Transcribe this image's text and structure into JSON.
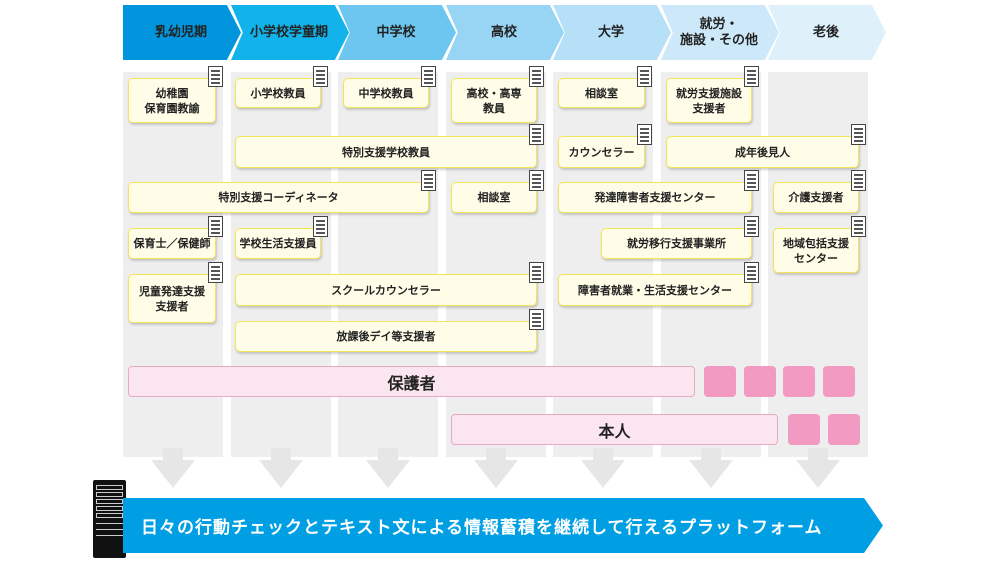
{
  "stages": [
    "乳幼児期",
    "小学校学童期",
    "中学校",
    "高校",
    "大学",
    "就労・\n施設・その他",
    "老後"
  ],
  "stage_colors": [
    "#0095dc",
    "#12b3ea",
    "#6cc6f0",
    "#98d4f3",
    "#b6e0f7",
    "#cde9f9",
    "#def1fb"
  ],
  "boxes": {
    "kindergarten": "幼稚園\n保育園教諭",
    "elementary": "小学校教員",
    "junior_high": "中学校教員",
    "high_school": "高校・高専\n教員",
    "univ_counsel": "相談室",
    "employment_support": "就労支援施設\n支援者",
    "special_school": "特別支援学校教員",
    "counselor": "カウンセラー",
    "guardian_adult": "成年後見人",
    "special_coordinator": "特別支援コーディネータ",
    "hs_counsel": "相談室",
    "dev_center": "発達障害者支援センター",
    "care_support": "介護支援者",
    "nursery": "保育士／保健師",
    "school_life": "学校生活支援員",
    "transition": "就労移行支援事業所",
    "community_center": "地域包括支援センター",
    "child_dev": "児童発達支援\n支援者",
    "school_counselor": "スクールカウンセラー",
    "disability_center": "障害者就業・生活支援センター",
    "after_school": "放課後デイ等支援者"
  },
  "guardian": "保護者",
  "self": "本人",
  "banner": "日々の行動チェックとテキスト文による情報蓄積を継続して行えるプラットフォーム"
}
